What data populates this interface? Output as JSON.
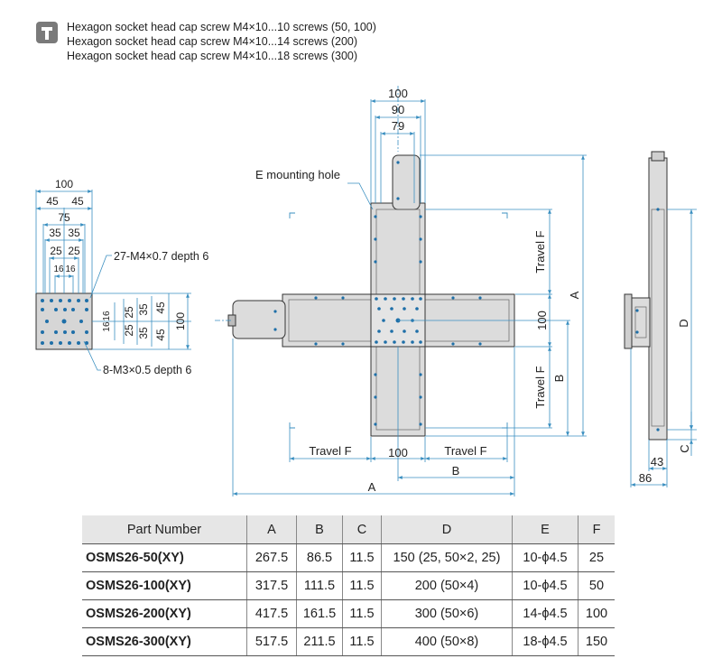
{
  "note": {
    "icon": "caution-icon",
    "lines": [
      "Hexagon socket head cap screw M4×10...10 screws (50, 100)",
      "Hexagon socket head cap screw M4×10...14 screws (200)",
      "Hexagon socket head cap screw M4×10...18 screws (300)"
    ]
  },
  "drawing": {
    "colors": {
      "dimension": "#3a8fc0",
      "outline": "#333333",
      "body": "#dddddd",
      "hole": "#1e6fa8"
    },
    "top_view": {
      "dims": [
        "100",
        "45",
        "45",
        "75",
        "35",
        "35",
        "25",
        "25",
        "16",
        "16"
      ],
      "side_dims": [
        "16",
        "16",
        "25",
        "25",
        "35",
        "35",
        "45",
        "45",
        "100"
      ],
      "callout_top": "27-M4×0.7 depth 6",
      "callout_bottom": "8-M3×0.5 depth 6"
    },
    "front_view": {
      "dim_100": "100",
      "dim_90": "90",
      "dim_79": "79",
      "mounting_hole": "E mounting hole",
      "travel_f_upper": "Travel F",
      "travel_f_lower": "Travel F",
      "dim_a_right": "A",
      "dim_100_right": "100",
      "dim_b_right": "B",
      "travel_f_left": "Travel F",
      "dim_100_bottom": "100",
      "travel_f_right": "Travel F",
      "dim_b_bottom": "B",
      "dim_a_bottom": "A"
    },
    "side_view": {
      "dim_d": "D",
      "dim_c": "C",
      "dim_43": "43",
      "dim_86": "86"
    }
  },
  "table": {
    "headers": [
      "Part Number",
      "A",
      "B",
      "C",
      "D",
      "E",
      "F"
    ],
    "rows": [
      [
        "OSMS26-50(XY)",
        "267.5",
        "86.5",
        "11.5",
        "150 (25, 50×2, 25)",
        "10-ϕ4.5",
        "25"
      ],
      [
        "OSMS26-100(XY)",
        "317.5",
        "111.5",
        "11.5",
        "200 (50×4)",
        "10-ϕ4.5",
        "50"
      ],
      [
        "OSMS26-200(XY)",
        "417.5",
        "161.5",
        "11.5",
        "300 (50×6)",
        "14-ϕ4.5",
        "100"
      ],
      [
        "OSMS26-300(XY)",
        "517.5",
        "211.5",
        "11.5",
        "400 (50×8)",
        "18-ϕ4.5",
        "150"
      ]
    ]
  }
}
